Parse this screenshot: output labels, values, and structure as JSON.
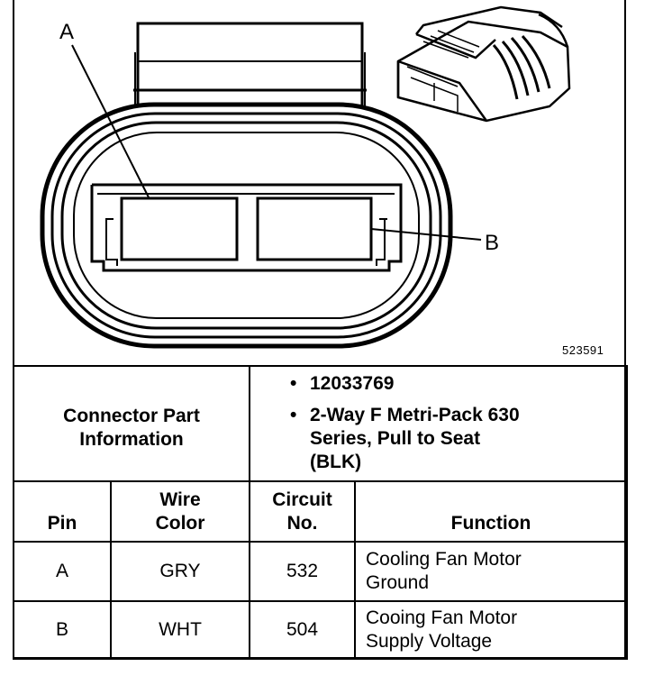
{
  "diagram": {
    "pin_label_a": "A",
    "pin_label_b": "B",
    "figure_id": "523591"
  },
  "connector": {
    "header": "Connector Part Information",
    "parts": [
      "12033769",
      "2-Way F Metri-Pack 630 Series, Pull to Seat (BLK)"
    ]
  },
  "table": {
    "headers": {
      "pin": "Pin",
      "wire_color": "Wire Color",
      "circuit": "Circuit No.",
      "function": "Function"
    },
    "rows": [
      {
        "pin": "A",
        "wire_color": "GRY",
        "circuit": "532",
        "function": "Cooling Fan Motor Ground"
      },
      {
        "pin": "B",
        "wire_color": "WHT",
        "circuit": "504",
        "function": "Cooing Fan Motor Supply Voltage"
      }
    ]
  }
}
